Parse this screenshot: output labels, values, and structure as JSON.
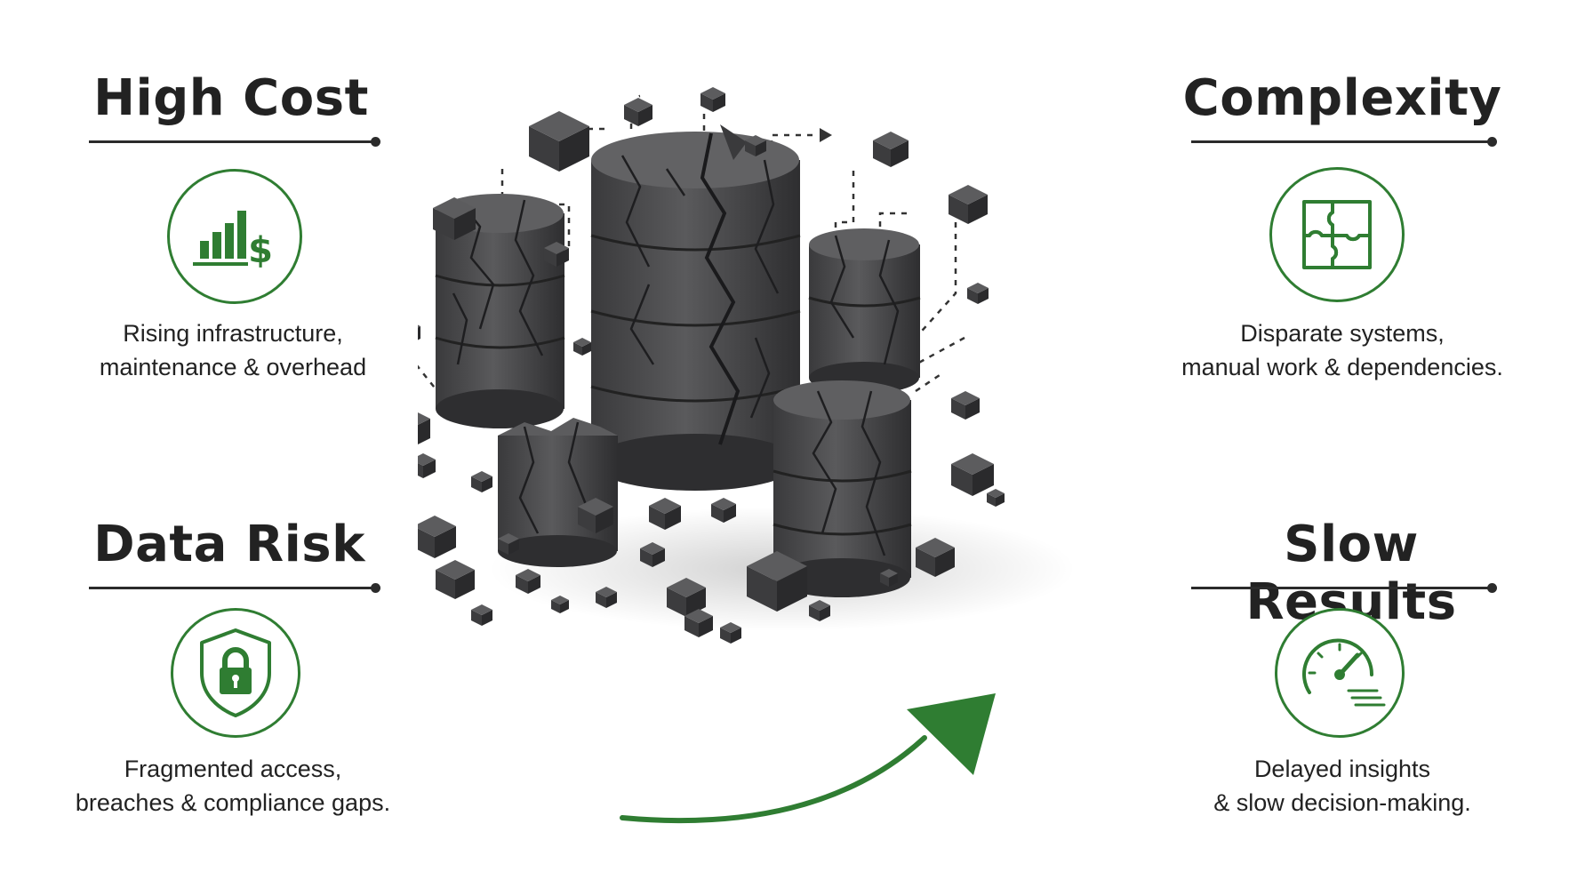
{
  "panels": {
    "high_cost": {
      "title": "High Cost",
      "description_line1": "Rising infrastructure,",
      "description_line2": "maintenance & overhead",
      "icon": "bar-chart-dollar-icon"
    },
    "complexity": {
      "title": "Complexity",
      "description_line1": "Disparate systems,",
      "description_line2": "manual work & dependencies.",
      "icon": "puzzle-icon"
    },
    "data_risk": {
      "title": "Data Risk",
      "description_line1": "Fragmented access,",
      "description_line2": "breaches & compliance gaps.",
      "icon": "shield-lock-icon"
    },
    "slow_results": {
      "title": "Slow Results",
      "description_line1": "Delayed insights",
      "description_line2": "& slow decision-making.",
      "icon": "speedometer-icon"
    }
  },
  "colors": {
    "accent_green": "#2f7d32",
    "rule_dark": "#2b2b2b",
    "stone": "#4a4a4c"
  },
  "illustration": "crumbling-database-cylinders"
}
